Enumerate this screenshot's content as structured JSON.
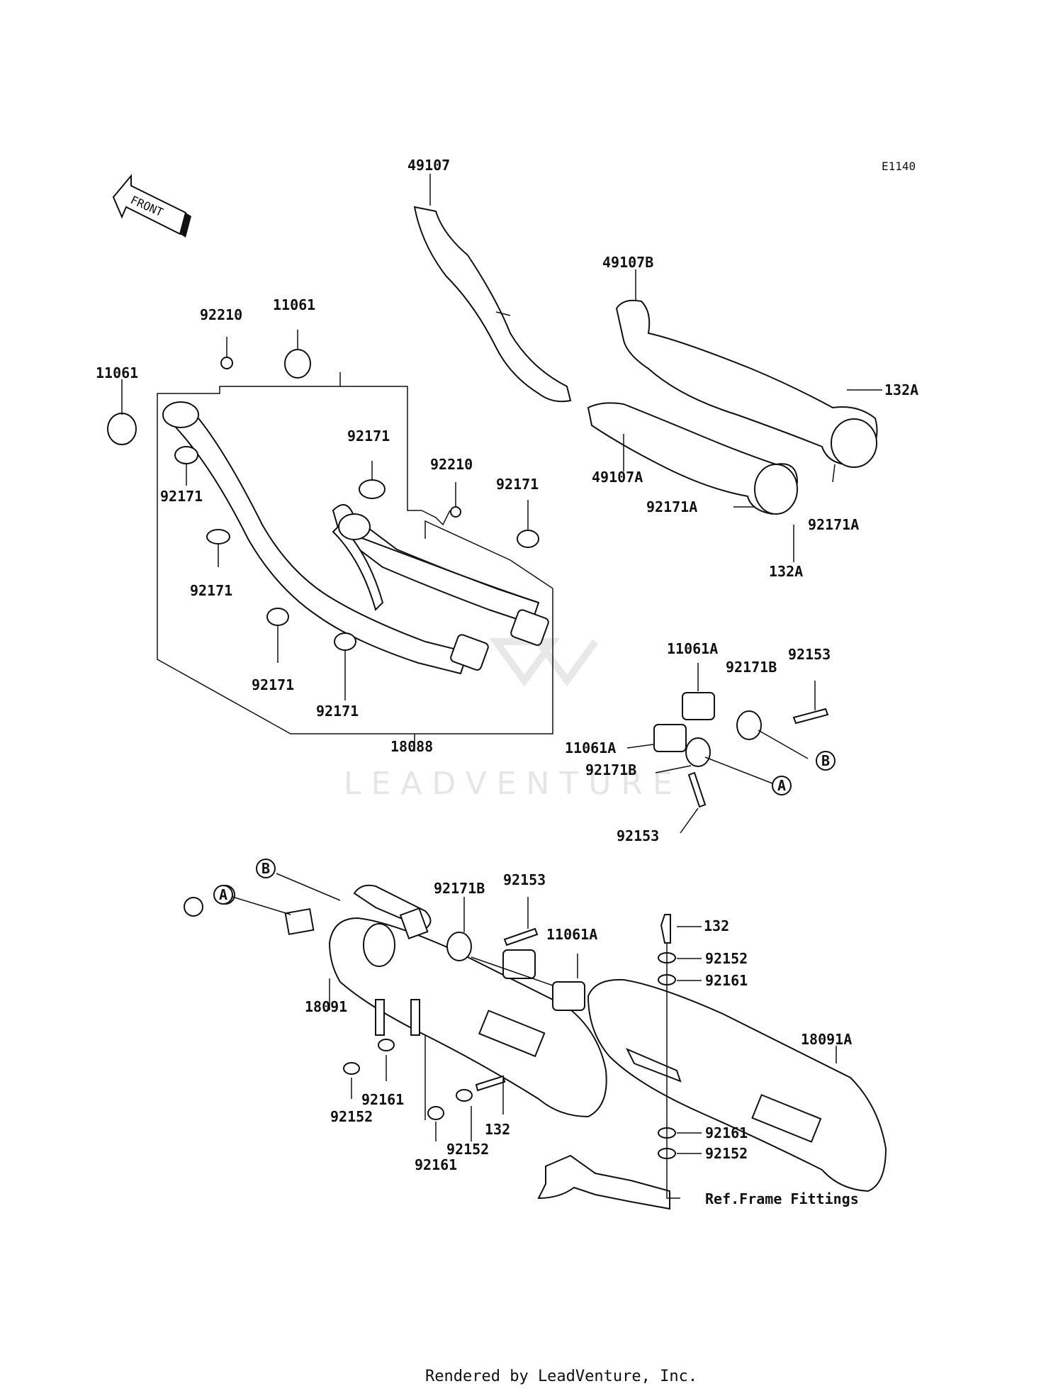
{
  "diagram_code": "E1140",
  "front_label": "FRONT",
  "watermark": "LEADVENTURE",
  "footer": "Rendered by LeadVenture, Inc.",
  "parts": {
    "p49107": "49107",
    "p49107B": "49107B",
    "p49107A": "49107A",
    "p132A_1": "132A",
    "p132A_2": "132A",
    "p92171A_1": "92171A",
    "p92171A_2": "92171A",
    "p92210_1": "92210",
    "p92210_2": "92210",
    "p11061_1": "11061",
    "p11061_2": "11061",
    "p92171_1": "92171",
    "p92171_2": "92171",
    "p92171_3": "92171",
    "p92171_4": "92171",
    "p92171_5": "92171",
    "p92171_6": "92171",
    "p18088": "18088",
    "p11061A_1": "11061A",
    "p11061A_2": "11061A",
    "p11061A_3": "11061A",
    "p92171B_1": "92171B",
    "p92171B_2": "92171B",
    "p92171B_3": "92171B",
    "p92153_1": "92153",
    "p92153_2": "92153",
    "p92153_3": "92153",
    "ref_A_1": "A",
    "ref_B_1": "B",
    "ref_A_2": "A",
    "ref_B_2": "B",
    "p18091": "18091",
    "p18091A": "18091A",
    "p132_1": "132",
    "p132_2": "132",
    "p92152_1": "92152",
    "p92152_2": "92152",
    "p92152_3": "92152",
    "p92152_4": "92152",
    "p92161_1": "92161",
    "p92161_2": "92161",
    "p92161_3": "92161",
    "p92161_4": "92161",
    "ref_frame": "Ref.Frame Fittings"
  }
}
